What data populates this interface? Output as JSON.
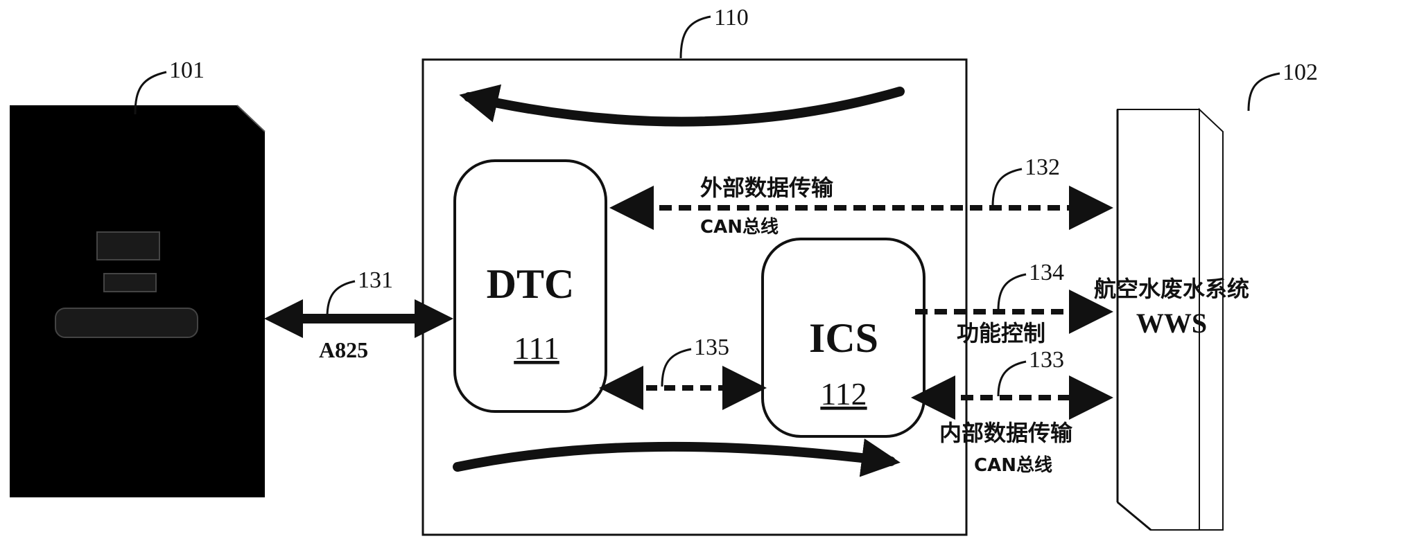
{
  "refs": {
    "left_box": "101",
    "right_box": "102",
    "main_box": "110",
    "dtc": "111",
    "ics": "112",
    "link_a825": "131",
    "link_external": "132",
    "link_internal": "133",
    "link_function": "134",
    "link_dtc_ics": "135"
  },
  "labels": {
    "dtc_title": "DTC",
    "ics_title": "ICS",
    "a825": "A825",
    "external_transfer": "外部数据传输",
    "external_bus": "CAN总线",
    "function_control": "功能控制",
    "internal_transfer": "内部数据传输",
    "internal_bus": "CAN总线",
    "wws_name": "航空水废水系统",
    "wws_abbr": "WWS"
  },
  "colors": {
    "ink": "#111111",
    "left_box_fill": "#000000",
    "background": "#ffffff"
  }
}
